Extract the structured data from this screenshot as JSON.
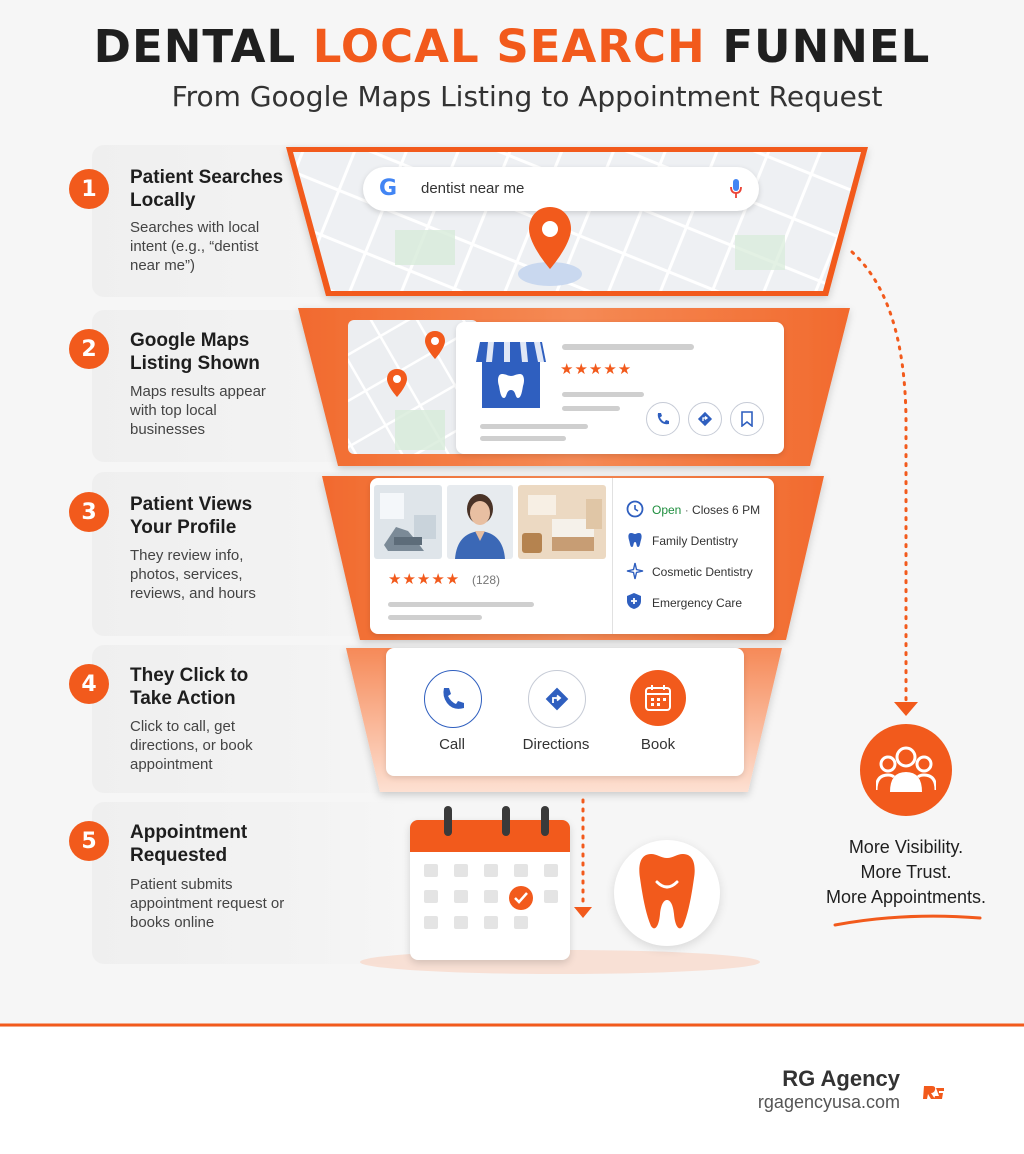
{
  "header": {
    "title_part1": "DENTAL",
    "title_accent": "LOCAL SEARCH",
    "title_part2": "FUNNEL",
    "subtitle": "From Google Maps Listing to Appointment Request"
  },
  "colors": {
    "accent": "#f25a1c",
    "blue": "#2f5fbf",
    "text": "#1f1f1f"
  },
  "steps": [
    {
      "num": "1",
      "title": "Patient Searches Locally",
      "desc": "Searches with local intent (e.g., “dentist near me”)"
    },
    {
      "num": "2",
      "title": "Google Maps Listing Shown",
      "desc": "Maps results appear with top local businesses"
    },
    {
      "num": "3",
      "title": "Patient Views Your Profile",
      "desc": "They review info, photos, services, reviews, and hours"
    },
    {
      "num": "4",
      "title": "They Click to Take Action",
      "desc": "Click to call, get directions, or book appointment"
    },
    {
      "num": "5",
      "title": "Appointment Requested",
      "desc": "Patient submits appointment request or books online"
    }
  ],
  "search": {
    "query": "dentist near me",
    "logo_letter": "G"
  },
  "listing": {
    "rating_stars": "★★★★★",
    "icons": [
      "phone-icon",
      "directions-icon",
      "bookmark-icon"
    ]
  },
  "profile": {
    "rating_stars": "★★★★★",
    "review_count": "(128)",
    "open_status": "Open",
    "separator": "·",
    "hours": "Closes 6 PM",
    "services": [
      "Family Dentistry",
      "Cosmetic Dentistry",
      "Emergency Care"
    ]
  },
  "actions": {
    "call": "Call",
    "directions": "Directions",
    "book": "Book"
  },
  "benefits": {
    "line1": "More Visibility.",
    "line2": "More Trust.",
    "line3": "More Appointments."
  },
  "footer": {
    "brand": "RG Agency",
    "url": "rgagencyusa.com"
  }
}
